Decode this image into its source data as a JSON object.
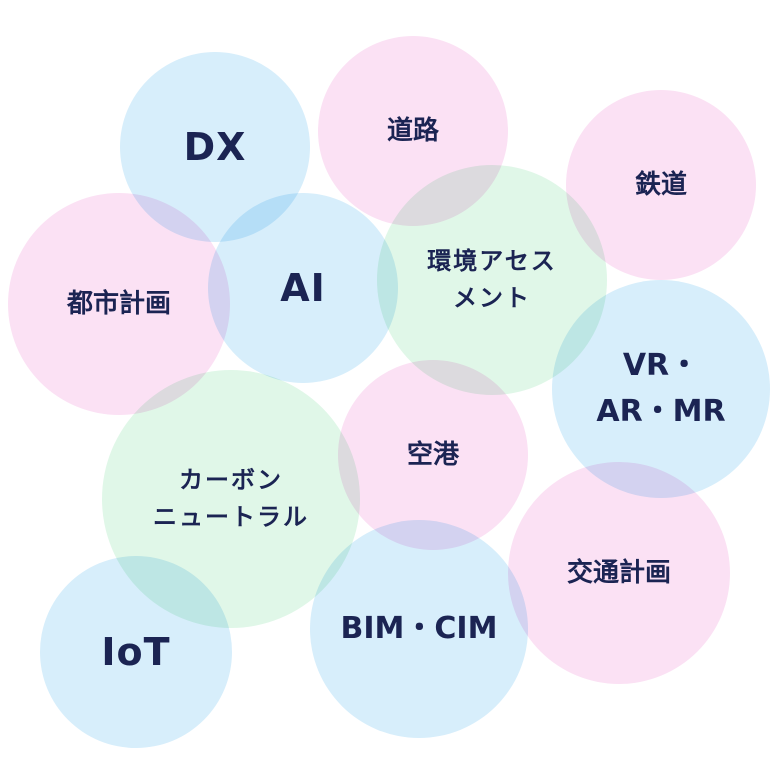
{
  "bubbles": [
    {
      "id": "dx",
      "label": "DX",
      "color": "blue"
    },
    {
      "id": "road",
      "label": "道路",
      "color": "pink"
    },
    {
      "id": "rail",
      "label": "鉄道",
      "color": "pink"
    },
    {
      "id": "urban",
      "label": "都市計画",
      "color": "pink"
    },
    {
      "id": "ai",
      "label": "AI",
      "color": "blue"
    },
    {
      "id": "env",
      "label": "環境アセス\nメント",
      "color": "green"
    },
    {
      "id": "vr",
      "label": "VR・\nAR・MR",
      "color": "blue"
    },
    {
      "id": "carbon",
      "label": "カーボン\nニュートラル",
      "color": "green"
    },
    {
      "id": "airport",
      "label": "空港",
      "color": "pink"
    },
    {
      "id": "traffic",
      "label": "交通計画",
      "color": "pink"
    },
    {
      "id": "iot",
      "label": "IoT",
      "color": "blue"
    },
    {
      "id": "bim",
      "label": "BIM・CIM",
      "color": "blue"
    }
  ],
  "colors": {
    "blue": "#d7eefb",
    "pink": "#fbe1f4",
    "green": "#e0f7e8",
    "text": "#1b2453"
  }
}
